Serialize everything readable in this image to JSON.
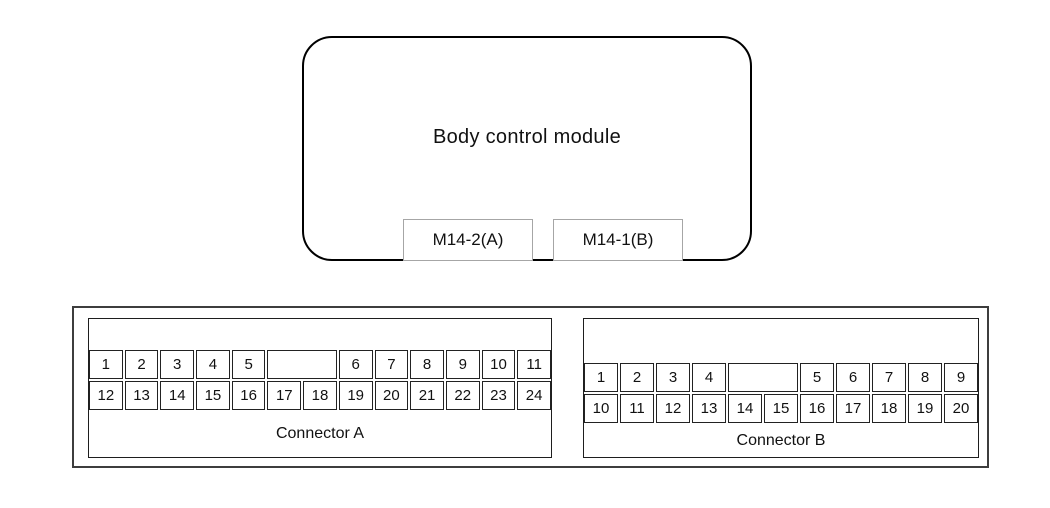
{
  "module": {
    "title": "Body control module",
    "tags": [
      {
        "label": "M14-2(A)"
      },
      {
        "label": "M14-1(B)"
      }
    ]
  },
  "panel": {
    "connectors": [
      {
        "id": "A",
        "label": "Connector A",
        "columns": 13,
        "rows": [
          [
            {
              "text": "1"
            },
            {
              "text": "2"
            },
            {
              "text": "3"
            },
            {
              "text": "4"
            },
            {
              "text": "5"
            },
            {
              "text": "",
              "span": 2
            },
            {
              "text": "6"
            },
            {
              "text": "7"
            },
            {
              "text": "8"
            },
            {
              "text": "9"
            },
            {
              "text": "10"
            },
            {
              "text": "11"
            }
          ],
          [
            {
              "text": "12"
            },
            {
              "text": "13"
            },
            {
              "text": "14"
            },
            {
              "text": "15"
            },
            {
              "text": "16"
            },
            {
              "text": "17"
            },
            {
              "text": "18"
            },
            {
              "text": "19"
            },
            {
              "text": "20"
            },
            {
              "text": "21"
            },
            {
              "text": "22"
            },
            {
              "text": "23"
            },
            {
              "text": "24"
            }
          ]
        ]
      },
      {
        "id": "B",
        "label": "Connector B",
        "columns": 11,
        "rows": [
          [
            {
              "text": "1"
            },
            {
              "text": "2"
            },
            {
              "text": "3"
            },
            {
              "text": "4"
            },
            {
              "text": "",
              "span": 2
            },
            {
              "text": "5"
            },
            {
              "text": "6"
            },
            {
              "text": "7"
            },
            {
              "text": "8"
            },
            {
              "text": "9"
            }
          ],
          [
            {
              "text": "10"
            },
            {
              "text": "11"
            },
            {
              "text": "12"
            },
            {
              "text": "13"
            },
            {
              "text": "14"
            },
            {
              "text": "15"
            },
            {
              "text": "16"
            },
            {
              "text": "17"
            },
            {
              "text": "18"
            },
            {
              "text": "19"
            },
            {
              "text": "20"
            }
          ]
        ]
      }
    ]
  },
  "colors": {
    "line": "#000000",
    "panel_line": "#3d3d3d",
    "tag_border": "#a6a6a6",
    "text": "#111111",
    "background": "#ffffff"
  }
}
